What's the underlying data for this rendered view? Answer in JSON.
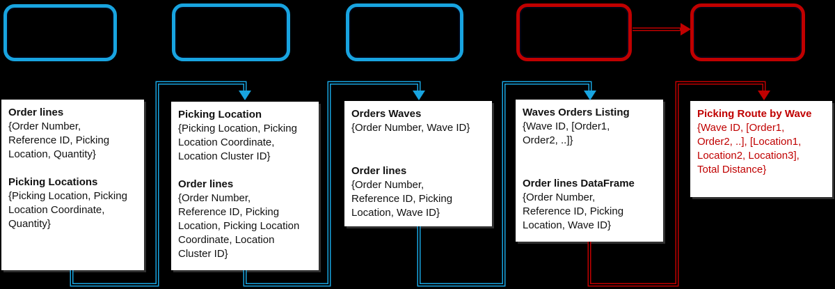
{
  "colors": {
    "blue": "#18A4E0",
    "red": "#C00000",
    "background": "#000000",
    "note_background": "#FFFFFF",
    "note_text": "#111111"
  },
  "stages": [
    {
      "color": "blue"
    },
    {
      "color": "blue"
    },
    {
      "color": "blue"
    },
    {
      "color": "red"
    },
    {
      "color": "red"
    }
  ],
  "boxes": [
    {
      "sections": [
        {
          "title": "Order lines",
          "body": "{Order Number,\nReference ID, Picking\nLocation, Quantity}"
        },
        {
          "title": "Picking Locations",
          "body": "{Picking Location, Picking\nLocation Coordinate,\nQuantity}"
        }
      ]
    },
    {
      "sections": [
        {
          "title": "Picking Location",
          "body": "{Picking Location, Picking\nLocation Coordinate,\nLocation Cluster ID}"
        },
        {
          "title": "Order lines",
          "body": "{Order Number,\nReference ID, Picking\nLocation, Picking Location\nCoordinate, Location\nCluster ID}"
        }
      ]
    },
    {
      "sections": [
        {
          "title": "Orders Waves",
          "body": "{Order Number, Wave ID}"
        },
        {
          "title": "Order lines",
          "body": "{Order Number,\nReference ID, Picking\nLocation, Wave ID}"
        }
      ]
    },
    {
      "sections": [
        {
          "title": "Waves Orders Listing",
          "body": "{Wave ID, [Order1,\nOrder2, ..]}"
        },
        {
          "title": "Order lines DataFrame",
          "body": "{Order Number,\nReference ID, Picking\nLocation, Wave ID}"
        }
      ]
    },
    {
      "sections": [
        {
          "title": "Picking Route by Wave",
          "body": "{Wave ID, [Order1,\nOrder2, ..], [Location1,\nLocation2, Location3],\nTotal Distance}"
        }
      ]
    }
  ],
  "connectors": [
    {
      "from": "box-1",
      "to": "box-2",
      "color": "blue"
    },
    {
      "from": "box-2",
      "to": "box-3",
      "color": "blue"
    },
    {
      "from": "box-3",
      "to": "box-4",
      "color": "blue"
    },
    {
      "from": "box-4",
      "to": "box-5",
      "color": "red"
    },
    {
      "from": "stage-4",
      "to": "stage-5",
      "color": "red"
    }
  ]
}
